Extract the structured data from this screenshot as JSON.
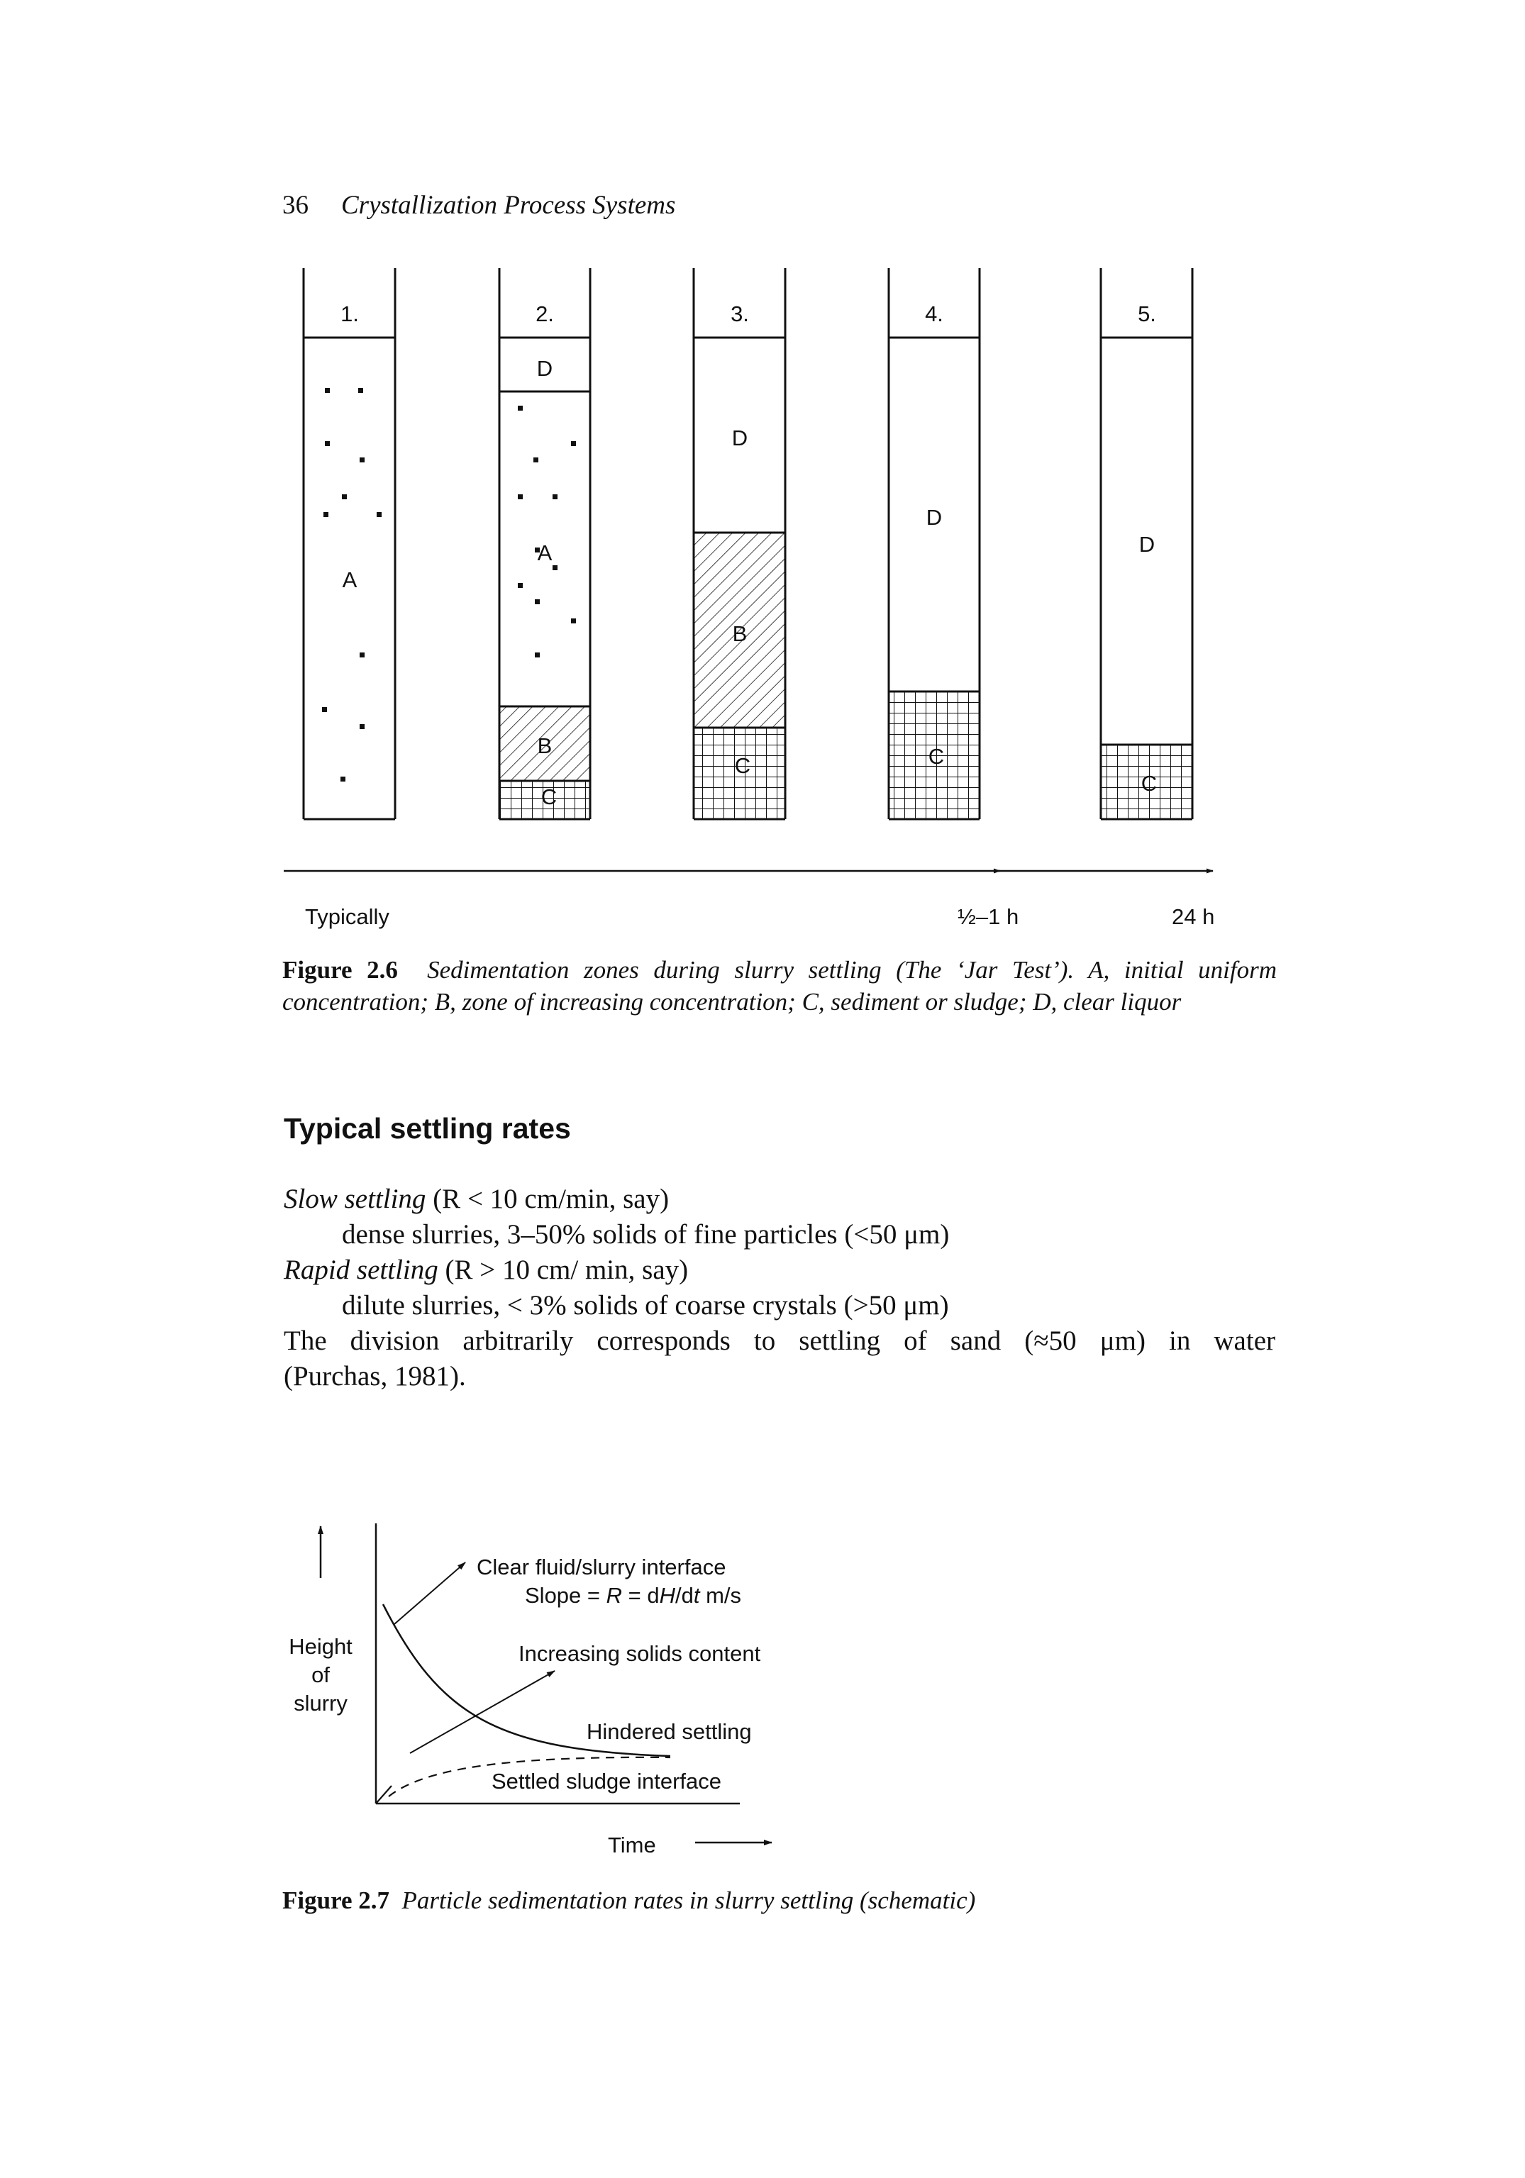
{
  "running_head": {
    "page_number": "36",
    "book_title": "Crystallization Process Systems"
  },
  "figure_2_6": {
    "jars": [
      {
        "label": "1.",
        "zones": [
          "A"
        ]
      },
      {
        "label": "2.",
        "zones": [
          "D",
          "A",
          "B",
          "C"
        ]
      },
      {
        "label": "3.",
        "zones": [
          "D",
          "B",
          "C"
        ]
      },
      {
        "label": "4.",
        "zones": [
          "D",
          "C"
        ]
      },
      {
        "label": "5.",
        "zones": [
          "D",
          "C"
        ]
      }
    ],
    "time_start_label": "Typically",
    "time_mid_label": "½–1 h",
    "time_end_label": "24 h",
    "caption_number": "Figure 2.6",
    "caption_text": "Sedimentation zones during slurry settling (The ‘Jar Test’). A, initial uniform concentration; B, zone of increasing concentration; C, sediment or sludge; D, clear liquor"
  },
  "section_heading": "Typical settling rates",
  "settling_rates": {
    "slow_label": "Slow settling",
    "slow_condition": "(R < 10 cm/min, say)",
    "slow_desc": "dense slurries, 3–50% solids of fine particles (<50 μm)",
    "rapid_label": "Rapid settling",
    "rapid_condition": "(R > 10 cm/ min, say)",
    "rapid_desc": "dilute slurries, < 3% solids of coarse crystals (>50 μm)",
    "division_line1": "The division arbitrarily corresponds to settling of sand (≈50 μm) in water",
    "division_line2": "(Purchas, 1981)."
  },
  "figure_2_7": {
    "y_label_1": "Height",
    "y_label_2": "of",
    "y_label_3": "slurry",
    "x_label": "Time",
    "annot_interface": "Clear fluid/slurry interface",
    "annot_slope_prefix": "Slope = ",
    "annot_slope_r": "R",
    "annot_slope_eq": " = d",
    "annot_slope_h": "H",
    "annot_slope_slash": "/d",
    "annot_slope_t": "t",
    "annot_slope_units": " m/s",
    "annot_solids": "Increasing solids content",
    "annot_hindered": "Hindered settling",
    "annot_sludge": "Settled sludge interface",
    "caption_number": "Figure 2.7",
    "caption_text": "Particle sedimentation rates in slurry settling (schematic)"
  }
}
